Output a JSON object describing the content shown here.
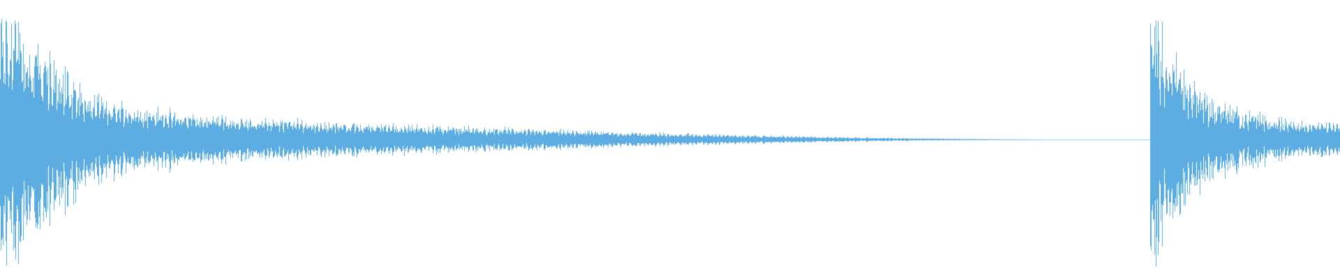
{
  "waveform": {
    "color": "#5dade2",
    "background": "#ffffff",
    "segments": [
      {
        "name": "first-decay",
        "start": 0.0,
        "end": 0.86,
        "peak": 0.82,
        "decay": "exponential-then-linear-taper",
        "end_level": 0.0
      },
      {
        "name": "silent-gap",
        "start": 0.8,
        "end": 0.86,
        "level": 0.0
      },
      {
        "name": "second-onset",
        "start": 0.86,
        "end": 1.0,
        "peak": 0.88,
        "decay": "exponential",
        "end_level": 0.12
      }
    ]
  }
}
